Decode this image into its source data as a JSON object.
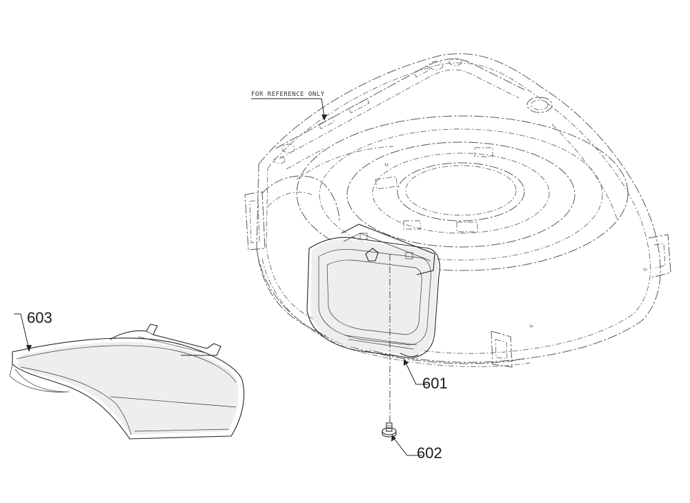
{
  "labels": {
    "note": "FOR REFERENCE ONLY",
    "part_601": "601",
    "part_602": "602",
    "part_603": "603"
  }
}
